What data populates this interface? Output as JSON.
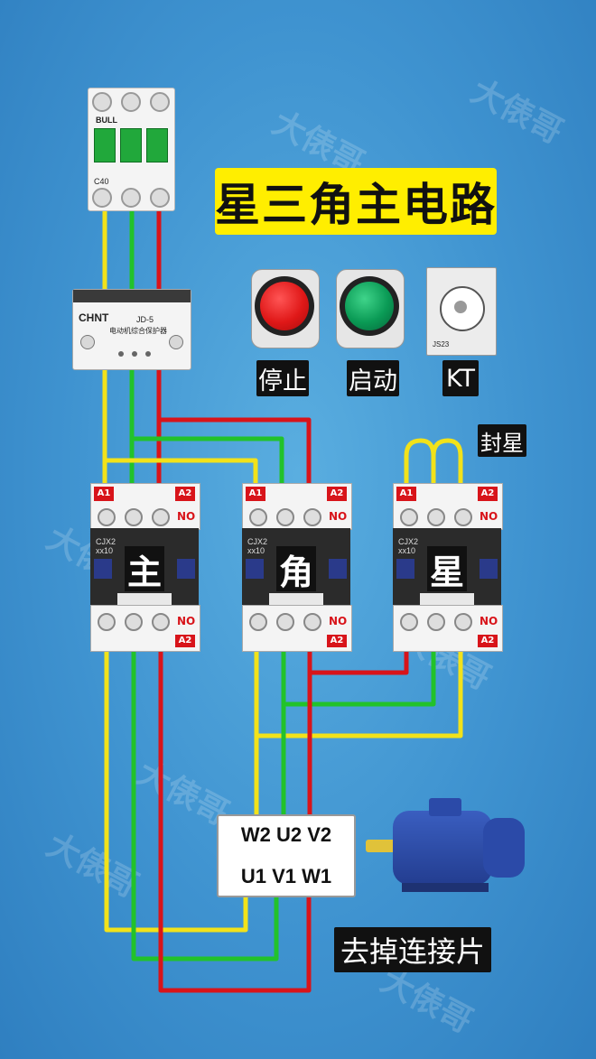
{
  "title": "星三角主电路",
  "buttons": [
    {
      "label": "停止",
      "color": "#e01818"
    },
    {
      "label": "启动",
      "color": "#0a9a55"
    }
  ],
  "timer": {
    "label": "KT",
    "model": "JS23"
  },
  "breaker": {
    "brand": "BULL",
    "rating": "C40"
  },
  "protector": {
    "brand": "CHNT",
    "model": "JD-5",
    "desc": "电动机综合保护器"
  },
  "seal_star_label": "封星",
  "contactors": [
    {
      "label": "主",
      "model": "CJX2",
      "rating": "xx10",
      "aux_top": "NO",
      "aux_bottom": "NO",
      "coil_top": "A1",
      "coil_top_r": "A2",
      "coil_bottom": "A2"
    },
    {
      "label": "角",
      "model": "CJX2",
      "rating": "xx10",
      "aux_top": "NO",
      "aux_bottom": "NO",
      "coil_top": "A1",
      "coil_top_r": "A2",
      "coil_bottom": "A2"
    },
    {
      "label": "星",
      "model": "CJX2",
      "rating": "xx10",
      "aux_top": "NO",
      "aux_bottom": "NO",
      "coil_top": "A1",
      "coil_top_r": "A2",
      "coil_bottom": "A2"
    }
  ],
  "terminal_box": {
    "top_row": "W2 U2 V2",
    "bottom_row": "U1 V1 W1"
  },
  "motor_note": "去掉连接片",
  "watermark": "大俵哥",
  "colors": {
    "phase_yellow": "#f2e21a",
    "phase_green": "#22c22a",
    "phase_red": "#d8141a",
    "title_bg": "#ffee00",
    "background": "#3f93d0"
  }
}
